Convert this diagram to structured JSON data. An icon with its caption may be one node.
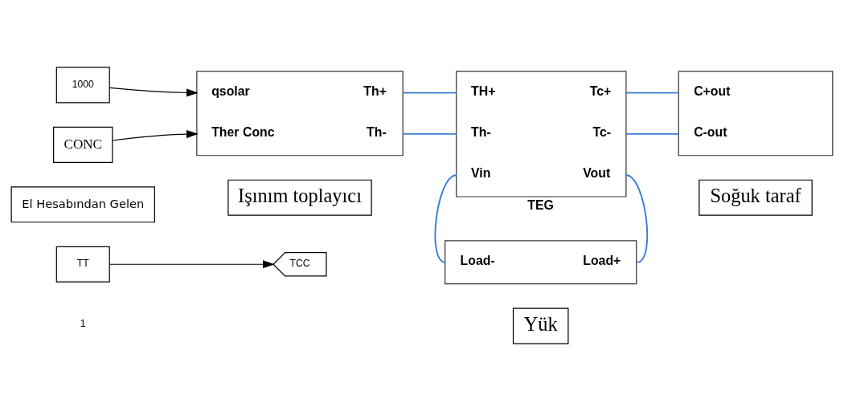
{
  "diagram": {
    "nodes": [
      {
        "text": [
          "1000"
        ]
      },
      {
        "text": [
          "CONC"
        ]
      },
      {
        "text": [
          "El Hesabından Gelen"
        ]
      },
      {
        "text": [
          "qsolar",
          "Ther Conc",
          "Th+",
          "Th-"
        ]
      },
      {
        "text": [
          "Işınım toplayıcı"
        ]
      },
      {
        "text": [
          "TH+",
          "Th-",
          "Vin",
          "Tc+",
          "Tc-",
          "Vout"
        ],
        "beside": [
          "TEG"
        ]
      },
      {
        "text": [
          "C+out",
          "C-out"
        ]
      },
      {
        "text": [
          "Soğuk taraf"
        ]
      },
      {
        "text": [
          "Load-",
          "Load+"
        ]
      },
      {
        "text": [
          "Yük"
        ]
      },
      {
        "text": [
          "TT"
        ]
      },
      {
        "text": [
          "TCC"
        ]
      }
    ],
    "edges": [
      {
        "from": 0,
        "to": 3,
        "arrow": "to",
        "color": "#000000"
      },
      {
        "from": 1,
        "to": 3,
        "arrow": "to",
        "color": "#000000"
      },
      {
        "from": 3,
        "to": 5,
        "arrow": "none"
      },
      {
        "from": 3,
        "to": 5,
        "arrow": "none"
      },
      {
        "from": 5,
        "to": 6,
        "arrow": "none"
      },
      {
        "from": 5,
        "to": 6,
        "arrow": "none"
      },
      {
        "from": 5,
        "to": 8,
        "arrow": "none"
      },
      {
        "from": 5,
        "to": 8,
        "arrow": "none"
      },
      {
        "from": 10,
        "to": 11,
        "arrow": "to",
        "color": "#000000"
      }
    ],
    "labels": [
      "1"
    ]
  }
}
